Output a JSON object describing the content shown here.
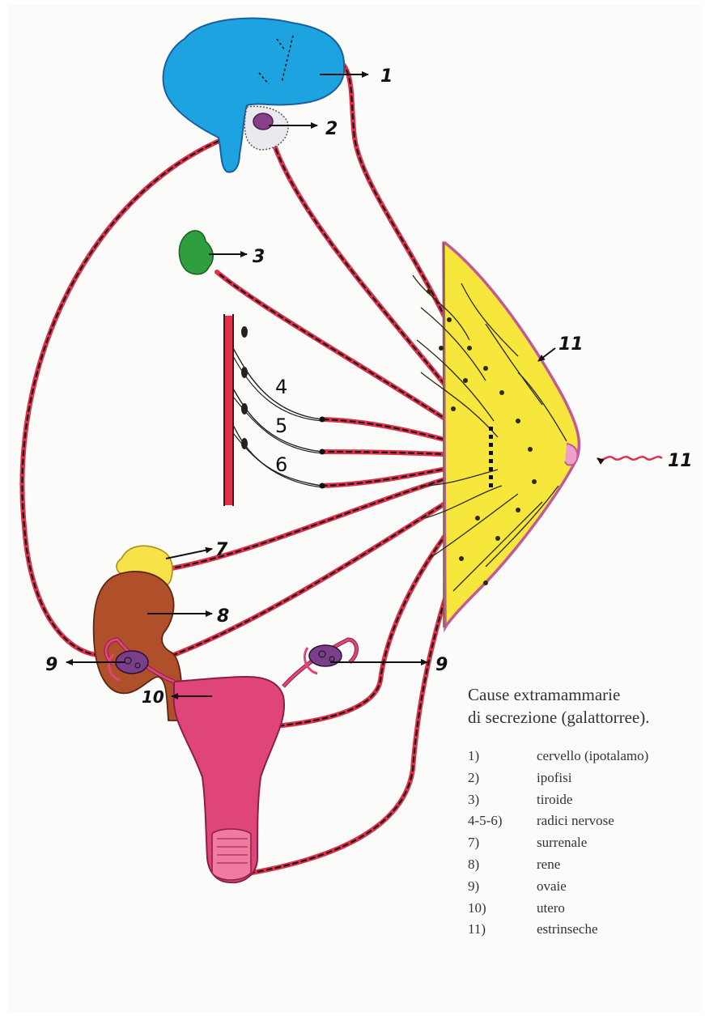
{
  "caption": {
    "line1": "Cause extramammarie",
    "line2": "di secrezione (galattorree)."
  },
  "legend": [
    {
      "num": "1)",
      "text": "cervello (ipotalamo)"
    },
    {
      "num": "2)",
      "text": "ipofisi"
    },
    {
      "num": "3)",
      "text": "tiroide"
    },
    {
      "num": "4-5-6)",
      "text": "radici nervose"
    },
    {
      "num": "7)",
      "text": "surrenale"
    },
    {
      "num": "8)",
      "text": "rene"
    },
    {
      "num": "9)",
      "text": "ovaie"
    },
    {
      "num": "10)",
      "text": "utero"
    },
    {
      "num": "11)",
      "text": "estrinseche"
    }
  ],
  "labels": {
    "n1": "1",
    "n2": "2",
    "n3": "3",
    "n4": "4",
    "n5": "5",
    "n6": "6",
    "n7": "7",
    "n8": "8",
    "n9_left": "9",
    "n9_right": "9",
    "n10": "10",
    "n11_upper": "11",
    "n11_lower": "11"
  },
  "colors": {
    "pathway_red": "#e0304a",
    "pathway_dash": "#1a1a1a",
    "brain": "#1da3e0",
    "thyroid": "#2e9e3e",
    "adrenal": "#f7e24a",
    "kidney": "#b0502a",
    "uterus": "#e0457a",
    "breast": "#f7e63c",
    "breast_outline": "#c25a9a"
  }
}
